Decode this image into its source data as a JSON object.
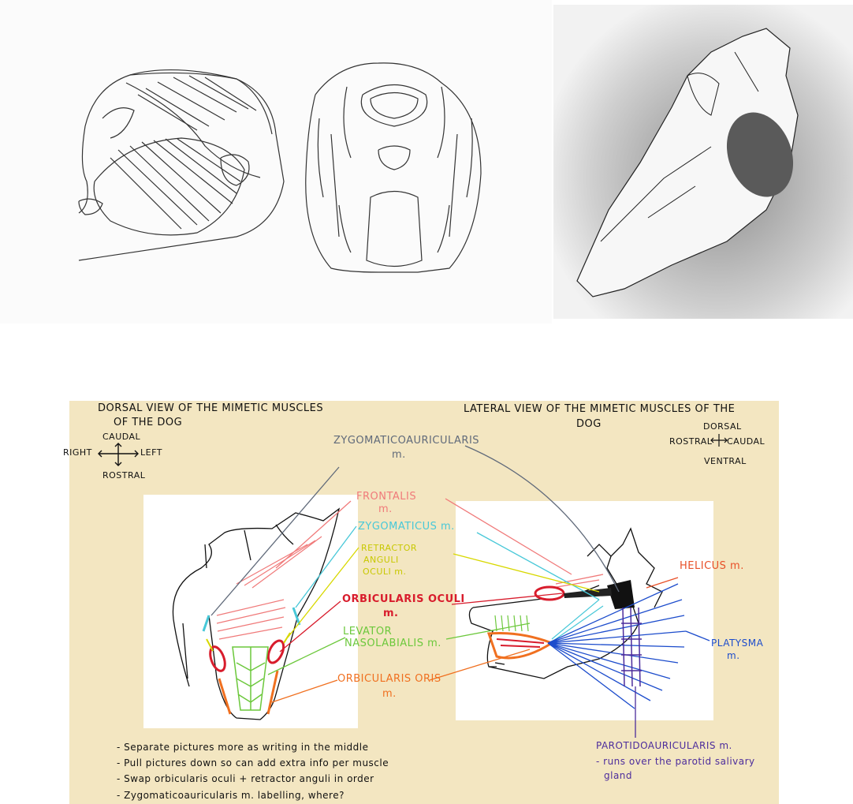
{
  "colors": {
    "paper": "#f3e6c1",
    "frontalis": "#f07a7a",
    "zygomaticus": "#48c8d8",
    "retractor": "#d8d800",
    "orbicularis_oculi": "#d81c2c",
    "levator": "#6cc83c",
    "orbicularis_oris": "#f07020",
    "helicus": "#e85028",
    "platysma": "#1c4ccc",
    "parotidoauricularis": "#4c2c9c",
    "zygomaticoauricularis": "#606a7a"
  },
  "left_title": {
    "line1": "DORSAL VIEW OF THE MIMETIC MUSCLES",
    "line2": "OF THE DOG"
  },
  "left_orientation": {
    "top": "CAUDAL",
    "left": "RIGHT",
    "right": "LEFT",
    "bottom": "ROSTRAL"
  },
  "right_title": {
    "line1": "LATERAL VIEW OF THE MIMETIC MUSCLES OF THE",
    "line2": "DOG"
  },
  "right_orientation": {
    "top": "DORSAL",
    "left": "ROSTRAL",
    "right": "CAUDAL",
    "bottom": "VENTRAL"
  },
  "labels": {
    "zygomaticoauricularis_1": "ZYGOMATICOAURICULARIS",
    "zygomaticoauricularis_2": "m.",
    "frontalis_1": "FRONTALIS",
    "frontalis_2": "m.",
    "zygomaticus": "ZYGOMATICUS m.",
    "retractor_1": "RETRACTOR",
    "retractor_2": "ANGULI",
    "retractor_3": "OCULI m.",
    "orbicularis_oculi_1": "ORBICULARIS OCULI",
    "orbicularis_oculi_2": "m.",
    "levator_1": "LEVATOR",
    "levator_2": "NASOLABIALIS m.",
    "orbicularis_oris_1": "ORBICULARIS ORIS",
    "orbicularis_oris_2": "m.",
    "helicus": "HELICUS m.",
    "platysma_1": "PLATYSMA",
    "platysma_2": "m.",
    "parotidoauricularis": "PAROTIDOAURICULARIS m.",
    "parotid_note_1": "- runs over the parotid salivary",
    "parotid_note_2": "gland"
  },
  "notes": [
    "- Separate pictures more as writing in the middle",
    "- Pull pictures down so can add extra info per muscle",
    "- Swap orbicularis oculi + retractor anguli in order",
    "- Zygomaticoauricularis m. labelling, where?"
  ]
}
